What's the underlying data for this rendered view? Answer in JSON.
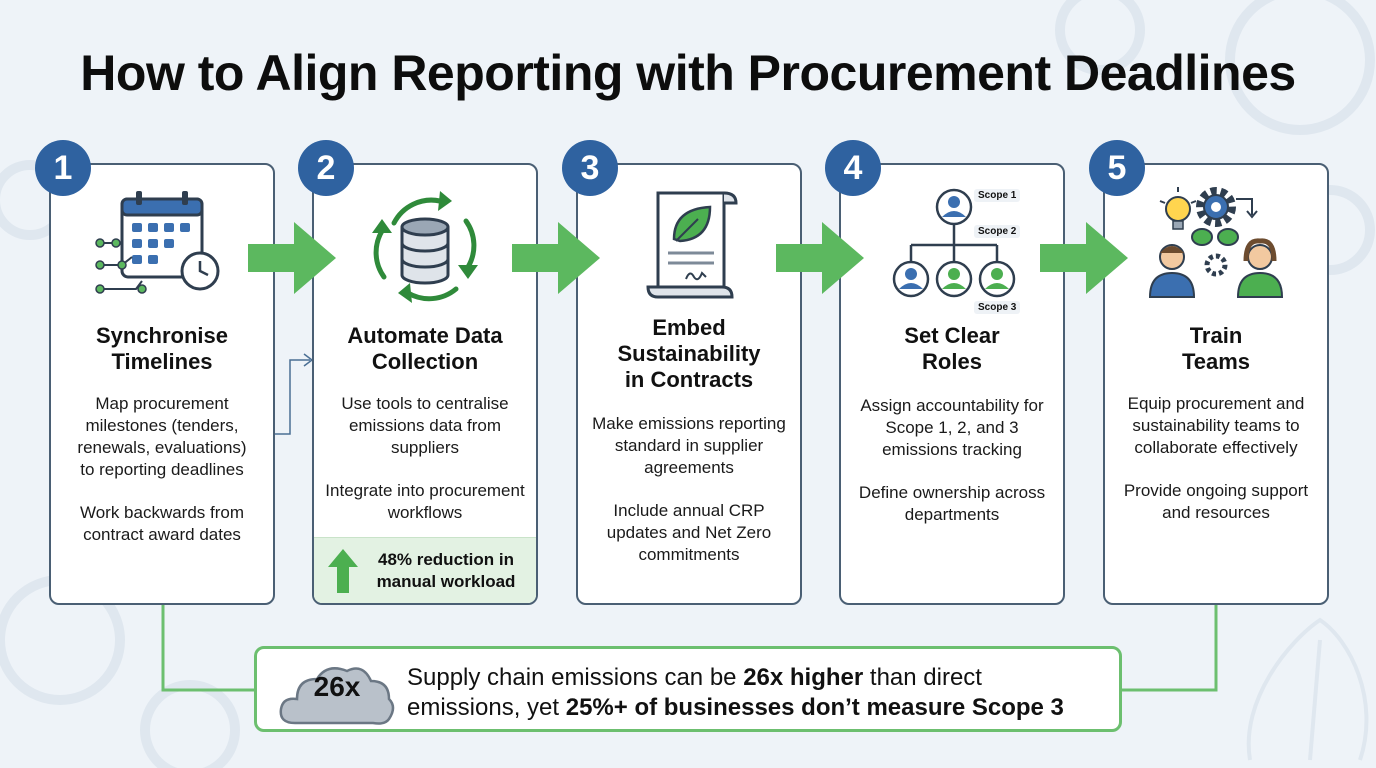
{
  "title": "How to Align Reporting with Procurement Deadlines",
  "steps": [
    {
      "number": "1",
      "title_lines": [
        "Synchronise",
        "Timelines"
      ],
      "paragraphs": [
        "Map procurement milestones (tenders, renewals, evaluations) to reporting deadlines",
        "Work backwards from contract award dates"
      ]
    },
    {
      "number": "2",
      "title_lines": [
        "Automate Data",
        "Collection"
      ],
      "paragraphs": [
        "Use tools to centralise emissions data from suppliers",
        "Integrate into procurement workflows"
      ],
      "callout": "48% reduction in manual workload"
    },
    {
      "number": "3",
      "title_lines": [
        "Embed",
        "Sustainability",
        "in Contracts"
      ],
      "paragraphs": [
        "Make emissions reporting standard in supplier agreements",
        "Include annual CRP updates and Net Zero commitments"
      ]
    },
    {
      "number": "4",
      "title_lines": [
        "Set Clear",
        "Roles"
      ],
      "paragraphs": [
        "Assign accountability for Scope 1, 2, and 3 emissions tracking",
        "Define ownership across departments"
      ],
      "scope_labels": [
        "Scope 1",
        "Scope 2",
        "Scope 3"
      ]
    },
    {
      "number": "5",
      "title_lines": [
        "Train",
        "Teams"
      ],
      "paragraphs": [
        "Equip procurement and sustainability teams to collaborate effectively",
        "Provide ongoing support and resources"
      ]
    }
  ],
  "bottom": {
    "badge": "26x",
    "line1_pre": "Supply chain emissions can be ",
    "line1_bold": "26x higher",
    "line1_post": " than direct",
    "line2_pre": "emissions, yet ",
    "line2_bold": "25%+ of businesses don’t measure Scope 3"
  },
  "colors": {
    "badge_blue": "#2f62a0",
    "arrow_green": "#5cb85f",
    "card_border": "#4a5f74",
    "callout_green": "#e3f2e3"
  }
}
